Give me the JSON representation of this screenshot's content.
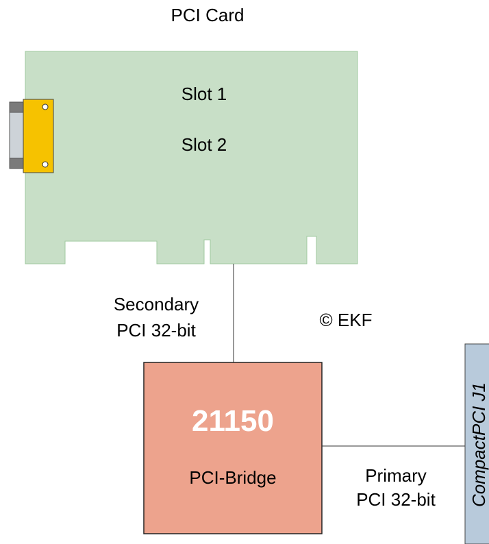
{
  "card": {
    "title": "PCI Card",
    "slot1": "Slot 1",
    "slot2": "Slot 2"
  },
  "secondary_bus": {
    "line1": "Secondary",
    "line2": "PCI 32-bit"
  },
  "copyright": "© EKF",
  "bridge": {
    "chip": "21150",
    "name": "PCI-Bridge"
  },
  "primary_bus": {
    "line1": "Primary",
    "line2": "PCI 32-bit"
  },
  "connector": {
    "label": "CompactPCI J1"
  },
  "colors": {
    "card_fill": "#c8dfc7",
    "card_stroke": "#9fc89f",
    "bracket_fill": "#f6c200",
    "bridge_fill": "#eda38d",
    "connector_fill": "#b8cadb"
  }
}
